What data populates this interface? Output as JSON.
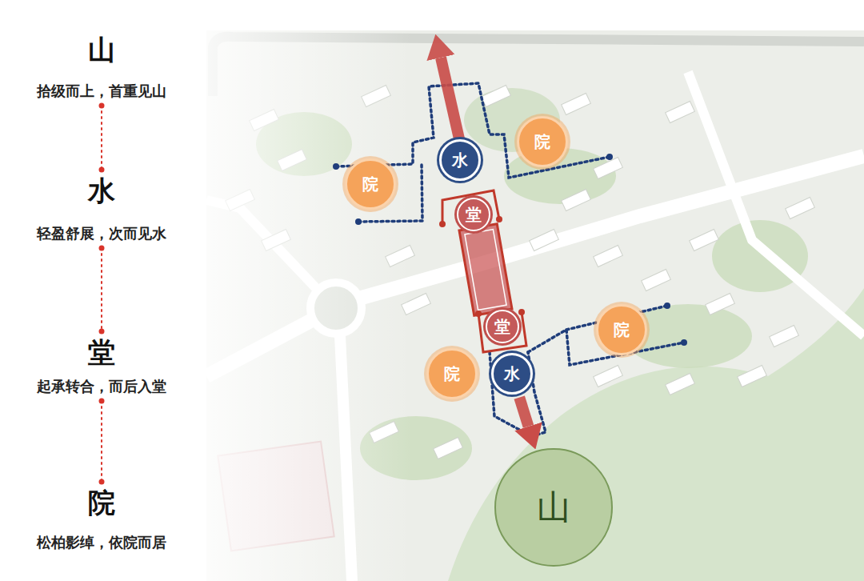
{
  "diagram": {
    "nodes": [
      {
        "text": [
          "山",
          "拾级而上，首重见山"
        ]
      },
      {
        "text": [
          "水",
          "轻盈舒展，次而见水"
        ]
      },
      {
        "text": [
          "堂",
          "起承转合，而后入堂"
        ]
      },
      {
        "text": [
          "院",
          "松柏影绰，依院而居"
        ]
      },
      {
        "text": [
          "院"
        ]
      },
      {
        "text": [
          "水"
        ]
      },
      {
        "text": [
          "院"
        ]
      },
      {
        "text": [
          "堂"
        ]
      },
      {
        "text": [
          "堂"
        ]
      },
      {
        "text": [
          "院"
        ]
      },
      {
        "text": [
          "院"
        ]
      },
      {
        "text": [
          "水"
        ]
      },
      {
        "text": [
          "山"
        ]
      }
    ],
    "edges": [
      {
        "from": 0,
        "to": 1,
        "arrow": "none"
      },
      {
        "from": 1,
        "to": 2,
        "arrow": "none"
      },
      {
        "from": 2,
        "to": 3,
        "arrow": "none"
      },
      {
        "from": 11,
        "to": 12,
        "arrow": "to"
      }
    ]
  }
}
